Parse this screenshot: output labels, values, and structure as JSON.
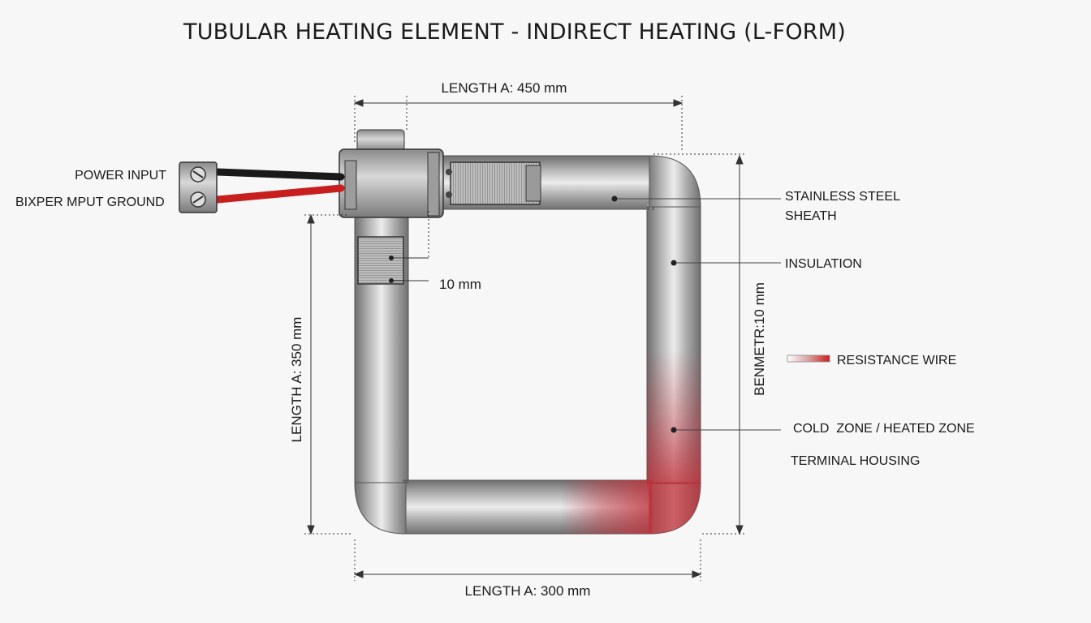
{
  "title": "TUBULAR HEATING ELEMENT - INDIRECT HEATING (L-FORM)",
  "dimensions": {
    "top_length": "LENGTH A: 450 mm",
    "bottom_length": "LENGTH A: 300 mm",
    "left_length": "LENGTH A: 350 mm",
    "right_diameter": "BENMETR:10 mm",
    "small_dim": "10 mm"
  },
  "terminal_labels": {
    "power_input": "POWER INPUT",
    "ground": "BIXPER MPUT   GROUND"
  },
  "callouts": {
    "sheath_line1": "STAINLESS STEEL",
    "sheath_line2": "SHEATH",
    "insulation": "INSULATION",
    "resistance_wire": "RESISTANCE WIRE",
    "cold_heated_zone": "COLD  ZONE / HEATED ZONE",
    "terminal_housing": "TERMINAL HOUSING"
  },
  "colors": {
    "sheath": "#a6a6a6",
    "heated": "#c0303a",
    "wire_black": "#1a1a1a",
    "wire_red": "#c81e1e"
  }
}
